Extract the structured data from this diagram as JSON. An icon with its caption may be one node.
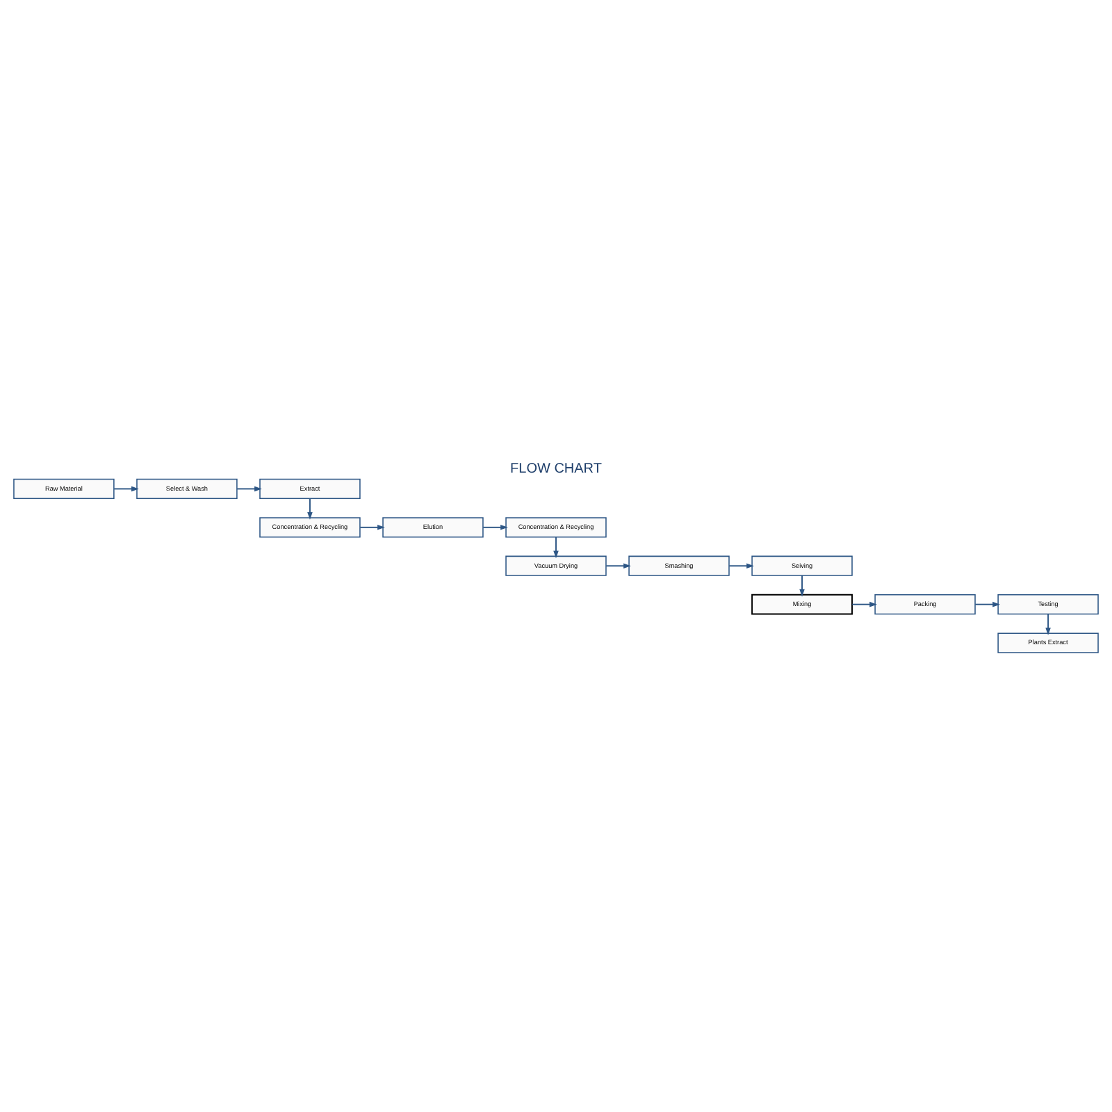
{
  "diagram": {
    "title": "FLOW CHART",
    "nodes": [
      {
        "text": [
          "Raw Material"
        ]
      },
      {
        "text": [
          "Select & Wash"
        ]
      },
      {
        "text": [
          "Extract"
        ]
      },
      {
        "text": [
          "Concentration & Recycling"
        ]
      },
      {
        "text": [
          "Elution"
        ]
      },
      {
        "text": [
          "Concentration & Recycling"
        ]
      },
      {
        "text": [
          "Vacuum Drying"
        ]
      },
      {
        "text": [
          "Smashing"
        ]
      },
      {
        "text": [
          "Seiving"
        ]
      },
      {
        "text": [
          "Mixing"
        ]
      },
      {
        "text": [
          "Packing"
        ]
      },
      {
        "text": [
          "Testing"
        ]
      },
      {
        "text": [
          "Plants Extract"
        ]
      }
    ],
    "edges": [
      {
        "from": 0,
        "to": 1,
        "arrow": "to"
      },
      {
        "from": 1,
        "to": 2,
        "arrow": "to"
      },
      {
        "from": 2,
        "to": 3,
        "arrow": "to"
      },
      {
        "from": 3,
        "to": 4,
        "arrow": "to"
      },
      {
        "from": 4,
        "to": 5,
        "arrow": "to"
      },
      {
        "from": 5,
        "to": 6,
        "arrow": "to"
      },
      {
        "from": 6,
        "to": 7,
        "arrow": "to"
      },
      {
        "from": 7,
        "to": 8,
        "arrow": "to"
      },
      {
        "from": 8,
        "to": 9,
        "arrow": "to"
      },
      {
        "from": 9,
        "to": 10,
        "arrow": "to"
      },
      {
        "from": 10,
        "to": 11,
        "arrow": "to"
      },
      {
        "from": 11,
        "to": 12,
        "arrow": "to"
      }
    ]
  }
}
